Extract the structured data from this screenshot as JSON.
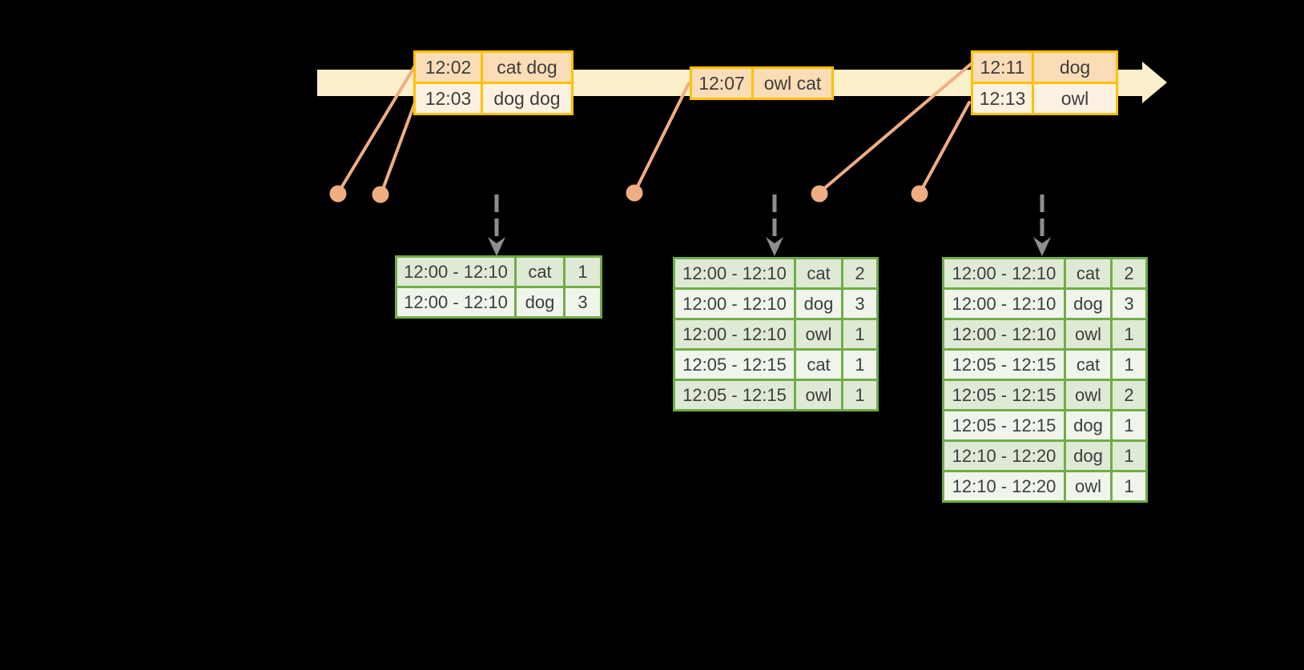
{
  "colors": {
    "background": "#000000",
    "timeline_band": "#FBF0CA",
    "event_border": "#FFC000",
    "event_row_dark": "#FADCB6",
    "event_row_light": "#FDF2E2",
    "connector": "#F0AD82",
    "trigger_arrow": "#8E8E8E",
    "result_border": "#70AD47",
    "result_row_dark": "#DFEAD6",
    "result_row_light": "#F0F5EC",
    "text": "#3D3D3D"
  },
  "timeline": {
    "event_tables": [
      {
        "rows": [
          [
            "12:02",
            "cat dog"
          ],
          [
            "12:03",
            "dog dog"
          ]
        ]
      },
      {
        "rows": [
          [
            "12:07",
            "owl cat"
          ]
        ]
      },
      {
        "rows": [
          [
            "12:11",
            "dog"
          ],
          [
            "12:13",
            "owl"
          ]
        ]
      }
    ]
  },
  "result_tables": [
    {
      "rows": [
        [
          "12:00 - 12:10",
          "cat",
          "1"
        ],
        [
          "12:00 - 12:10",
          "dog",
          "3"
        ]
      ]
    },
    {
      "rows": [
        [
          "12:00 - 12:10",
          "cat",
          "2"
        ],
        [
          "12:00 - 12:10",
          "dog",
          "3"
        ],
        [
          "12:00 - 12:10",
          "owl",
          "1"
        ],
        [
          "12:05 - 12:15",
          "cat",
          "1"
        ],
        [
          "12:05 - 12:15",
          "owl",
          "1"
        ]
      ]
    },
    {
      "rows": [
        [
          "12:00 - 12:10",
          "cat",
          "2"
        ],
        [
          "12:00 - 12:10",
          "dog",
          "3"
        ],
        [
          "12:00 - 12:10",
          "owl",
          "1"
        ],
        [
          "12:05 - 12:15",
          "cat",
          "1"
        ],
        [
          "12:05 - 12:15",
          "owl",
          "2"
        ],
        [
          "12:05 - 12:15",
          "dog",
          "1"
        ],
        [
          "12:10 - 12:20",
          "dog",
          "1"
        ],
        [
          "12:10 - 12:20",
          "owl",
          "1"
        ]
      ]
    }
  ]
}
